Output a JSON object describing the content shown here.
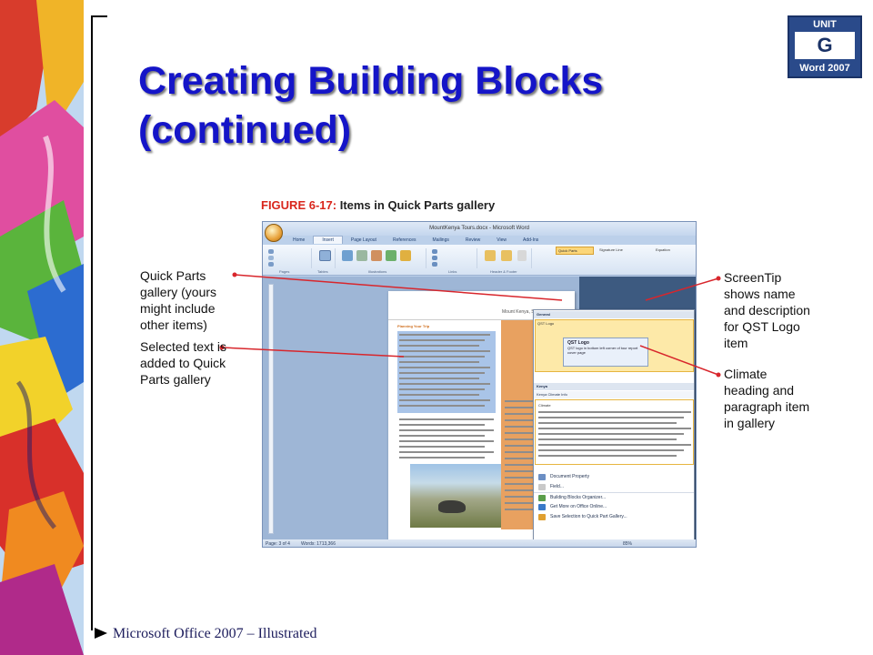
{
  "slide": {
    "title_line1": "Creating Building Blocks",
    "title_line2": "(continued)",
    "footer": "Microsoft Office 2007 – Illustrated"
  },
  "badge": {
    "unit": "UNIT",
    "letter": "G",
    "product": "Word 2007"
  },
  "figure": {
    "number": "FIGURE 6-17:",
    "caption": "Items in Quick Parts gallery"
  },
  "window": {
    "title": "MountKenya Tours.docx - Microsoft Word",
    "tabs": [
      "Home",
      "Insert",
      "Page Layout",
      "References",
      "Mailings",
      "Review",
      "View",
      "Add-Ins"
    ],
    "active_tab": "Insert",
    "quick_parts_label": "Quick Parts",
    "signature_label": "Signature Line",
    "equation_label": "Equation",
    "group_labels": [
      "Pages",
      "Tables",
      "Illustrations",
      "Links",
      "Header & Footer"
    ],
    "doc_heading": "Mount Kenya, Safari, and Beach",
    "doc_subheading": "Planning Your Trip",
    "status_left": "Page: 3 of 4",
    "status_words": "Words: 1713,366",
    "status_zoom": "85%"
  },
  "gallery": {
    "section_general": "General",
    "item_qst": "QST Logo",
    "tip_name": "QST Logo",
    "tip_desc": "QST logo in bottom left corner of tour report cover page",
    "section_kenya": "Kenya",
    "item_climate": "Kenya Climate Info",
    "climate_heading": "Climate",
    "menu": [
      {
        "label": "Document Property",
        "color": "#6c8fc4"
      },
      {
        "label": "Field...",
        "color": "#c9c9c9"
      },
      {
        "label": "Building Blocks Organizer...",
        "color": "#5a9e4a"
      },
      {
        "label": "Get More on Office Online...",
        "color": "#3a7ac8"
      },
      {
        "label": "Save Selection to Quick Part Gallery...",
        "color": "#e0a030"
      }
    ]
  },
  "callouts": {
    "quick_parts": "Quick Parts gallery (yours might include other items)",
    "selected_text": "Selected text is added to Quick Parts gallery",
    "screentip": "ScreenTip shows name and description for QST Logo item",
    "climate": "Climate heading and paragraph item in gallery"
  }
}
